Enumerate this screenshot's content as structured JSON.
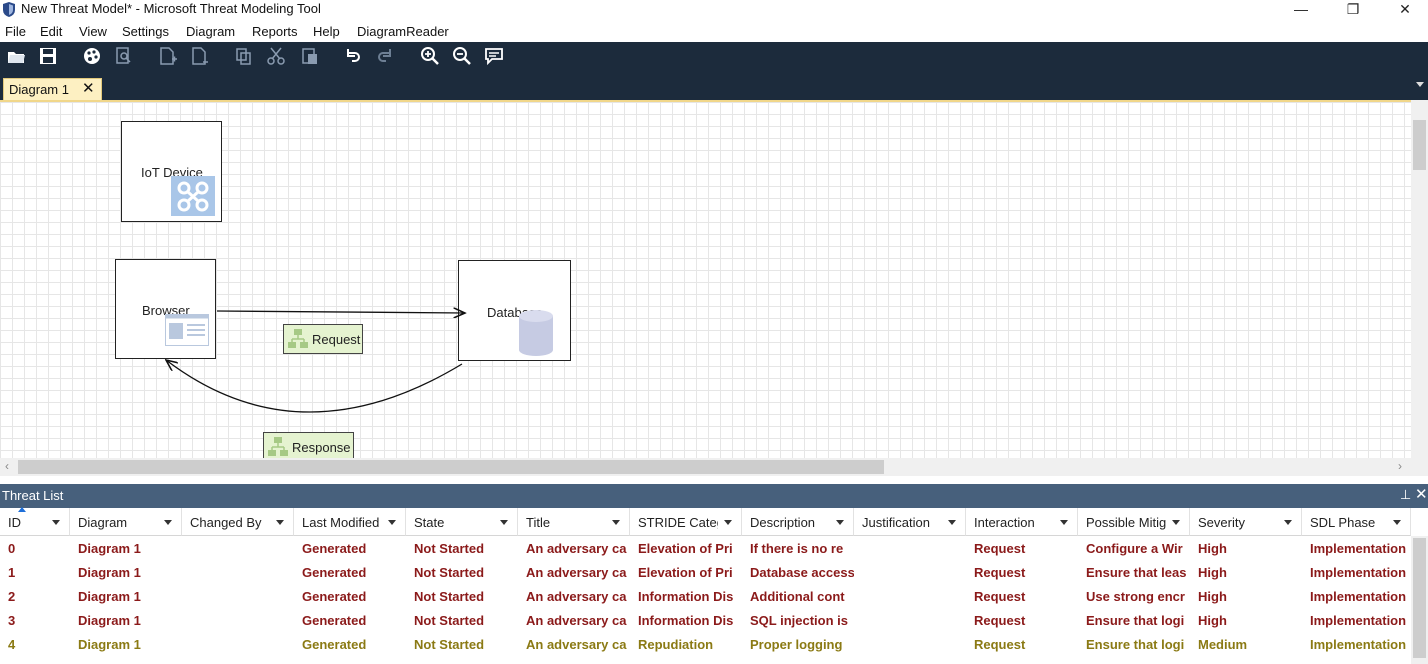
{
  "window": {
    "title": "New Threat Model* - Microsoft Threat Modeling Tool",
    "minimize": "—",
    "restore": "❐",
    "close": "✕"
  },
  "menu": [
    "File",
    "Edit",
    "View",
    "Settings",
    "Diagram",
    "Reports",
    "Help",
    "DiagramReader"
  ],
  "toolbar_icons": [
    "open-icon",
    "save-icon",
    "palette-icon",
    "search-doc-icon",
    "new-diagram-icon",
    "new-doc-icon",
    "copy-icon",
    "cut-icon",
    "paste-icon",
    "undo-icon",
    "redo-icon",
    "zoom-in-icon",
    "zoom-out-icon",
    "comment-icon"
  ],
  "tab": {
    "label": "Diagram 1",
    "close": "✕"
  },
  "diagram": {
    "iot_device": "IoT Device",
    "browser": "Browser",
    "database": "Database",
    "request": "Request",
    "response": "Response"
  },
  "threat_list": {
    "title": "Threat List",
    "pin": "📌",
    "close": "✕",
    "columns": [
      "ID",
      "Diagram",
      "Changed By",
      "Last Modified",
      "State",
      "Title",
      "STRIDE Categ",
      "Description",
      "Justification",
      "Interaction",
      "Possible Mitig",
      "Severity",
      "SDL Phase"
    ],
    "rows": [
      {
        "id": "0",
        "diagram": "Diagram 1",
        "changed_by": "",
        "last_modified": "Generated",
        "state": "Not Started",
        "title": "An adversary ca",
        "stride": "Elevation of Pri",
        "description": "If there is no re",
        "justification": "",
        "interaction": "Request",
        "mitigation": "Configure a Wir",
        "severity": "High",
        "sdl": "Implementation"
      },
      {
        "id": "1",
        "diagram": "Diagram 1",
        "changed_by": "",
        "last_modified": "Generated",
        "state": "Not Started",
        "title": "An adversary ca",
        "stride": "Elevation of Pri",
        "description": "Database access",
        "justification": "",
        "interaction": "Request",
        "mitigation": "Ensure that leas",
        "severity": "High",
        "sdl": "Implementation"
      },
      {
        "id": "2",
        "diagram": "Diagram 1",
        "changed_by": "",
        "last_modified": "Generated",
        "state": "Not Started",
        "title": "An adversary ca",
        "stride": "Information Dis",
        "description": "Additional cont",
        "justification": "",
        "interaction": "Request",
        "mitigation": "Use strong encr",
        "severity": "High",
        "sdl": "Implementation"
      },
      {
        "id": "3",
        "diagram": "Diagram 1",
        "changed_by": "",
        "last_modified": "Generated",
        "state": "Not Started",
        "title": "An adversary ca",
        "stride": "Information Dis",
        "description": "SQL injection is",
        "justification": "",
        "interaction": "Request",
        "mitigation": "Ensure that logi",
        "severity": "High",
        "sdl": "Implementation"
      },
      {
        "id": "4",
        "diagram": "Diagram 1",
        "changed_by": "",
        "last_modified": "Generated",
        "state": "Not Started",
        "title": "An adversary ca",
        "stride": "Repudiation",
        "description": "Proper logging",
        "justification": "",
        "interaction": "Request",
        "mitigation": "Ensure that logi",
        "severity": "Medium",
        "sdl": "Implementation"
      }
    ]
  },
  "colors": {
    "toolbar_bg": "#1c2b3c",
    "panel_header_bg": "#47607c",
    "high_text": "#8b1a1a",
    "medium_text": "#8b7a14",
    "tab_bg": "#fdf0c2",
    "flow_label_bg": "#e5f3d0"
  }
}
